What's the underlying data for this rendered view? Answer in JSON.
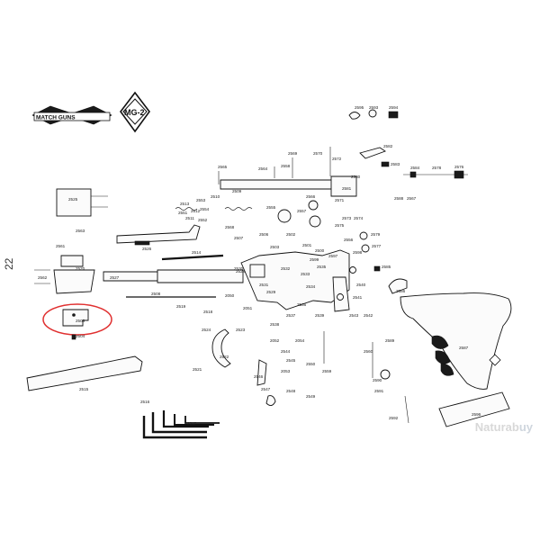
{
  "page_number": "22",
  "brand": {
    "logo_left": "MATCH GUNS",
    "logo_right": "MG-2"
  },
  "watermark": {
    "part1": "Naturab",
    "part2": "uy"
  },
  "highlight_color": "#e03030",
  "labels": {
    "l2595": "2595",
    "l2593": "2593",
    "l2594": "2594",
    "l2582": "2582",
    "l2583": "2583",
    "l2584": "2584",
    "l2578": "2578",
    "l2576": "2576",
    "l2588": "2588",
    "l2567": "2567",
    "l2570": "2570",
    "l2581": "2581",
    "l2580": "2580",
    "l2569": "2569",
    "l2572": "2572",
    "l2565": "2565",
    "l2564": "2564",
    "l2558": "2558",
    "l2525": "2525",
    "l2526": "2526",
    "l2527": "2527",
    "l2528": "2528",
    "l2529": "2529",
    "l2530": "2530",
    "l2531": "2531",
    "l2533": "2533",
    "l2532": "2532",
    "l2534": "2534",
    "l2535": "2535",
    "l2536": "2536",
    "l2537": "2537",
    "l2538": "2538",
    "l2539": "2539",
    "l2540": "2540",
    "l2541": "2541",
    "l2542": "2542",
    "l2543": "2543",
    "l2544": "2544",
    "l2545": "2545",
    "l2546": "2546",
    "l2547": "2547",
    "l2548": "2548",
    "l2549": "2549",
    "l2550": "2550",
    "l2551": "2551",
    "l2552": "2552",
    "l2553": "2553",
    "l2554": "2554",
    "l2555": "2555",
    "l2556": "2556",
    "l2557": "2557",
    "l2559": "2559",
    "l2560": "2560",
    "l2561": "2561",
    "l2562": "2562",
    "l2563": "2563",
    "l2566": "2566",
    "l2568": "2568",
    "l2571": "2571",
    "l2573": "2573",
    "l2574": "2574",
    "l2575": "2575",
    "l2577": "2577",
    "l2579": "2579",
    "l2585": "2585",
    "l2586": "2586",
    "l2587": "2587",
    "l2589": "2589",
    "l2590": "2590",
    "l2591": "2591",
    "l2592": "2592",
    "l2519": "2519",
    "l2518": "2518",
    "l2517": "2517",
    "l2516": "2516",
    "l2515": "2515",
    "l2514": "2514",
    "l2513": "2513",
    "l2512": "2512",
    "l2511": "2511",
    "l2510": "2510",
    "l2509": "2509",
    "l2508": "2508",
    "l2507": "2507",
    "l2506": "2506",
    "l2505": "2505",
    "l2504": "2504",
    "l2503": "2503",
    "l2502": "2502",
    "l2501": "2501",
    "l2520": "2520",
    "l2521": "2521",
    "l2522": "2522",
    "l2523": "2523",
    "l2524": "2524",
    "l2500": "2500",
    "l2596": "2596",
    "l2597": "2597",
    "l2598": "2598",
    "l2599": "2599",
    "l2050": "2050",
    "l2051": "2051",
    "l2052": "2052",
    "l2053": "2053",
    "l2054": "2054"
  }
}
